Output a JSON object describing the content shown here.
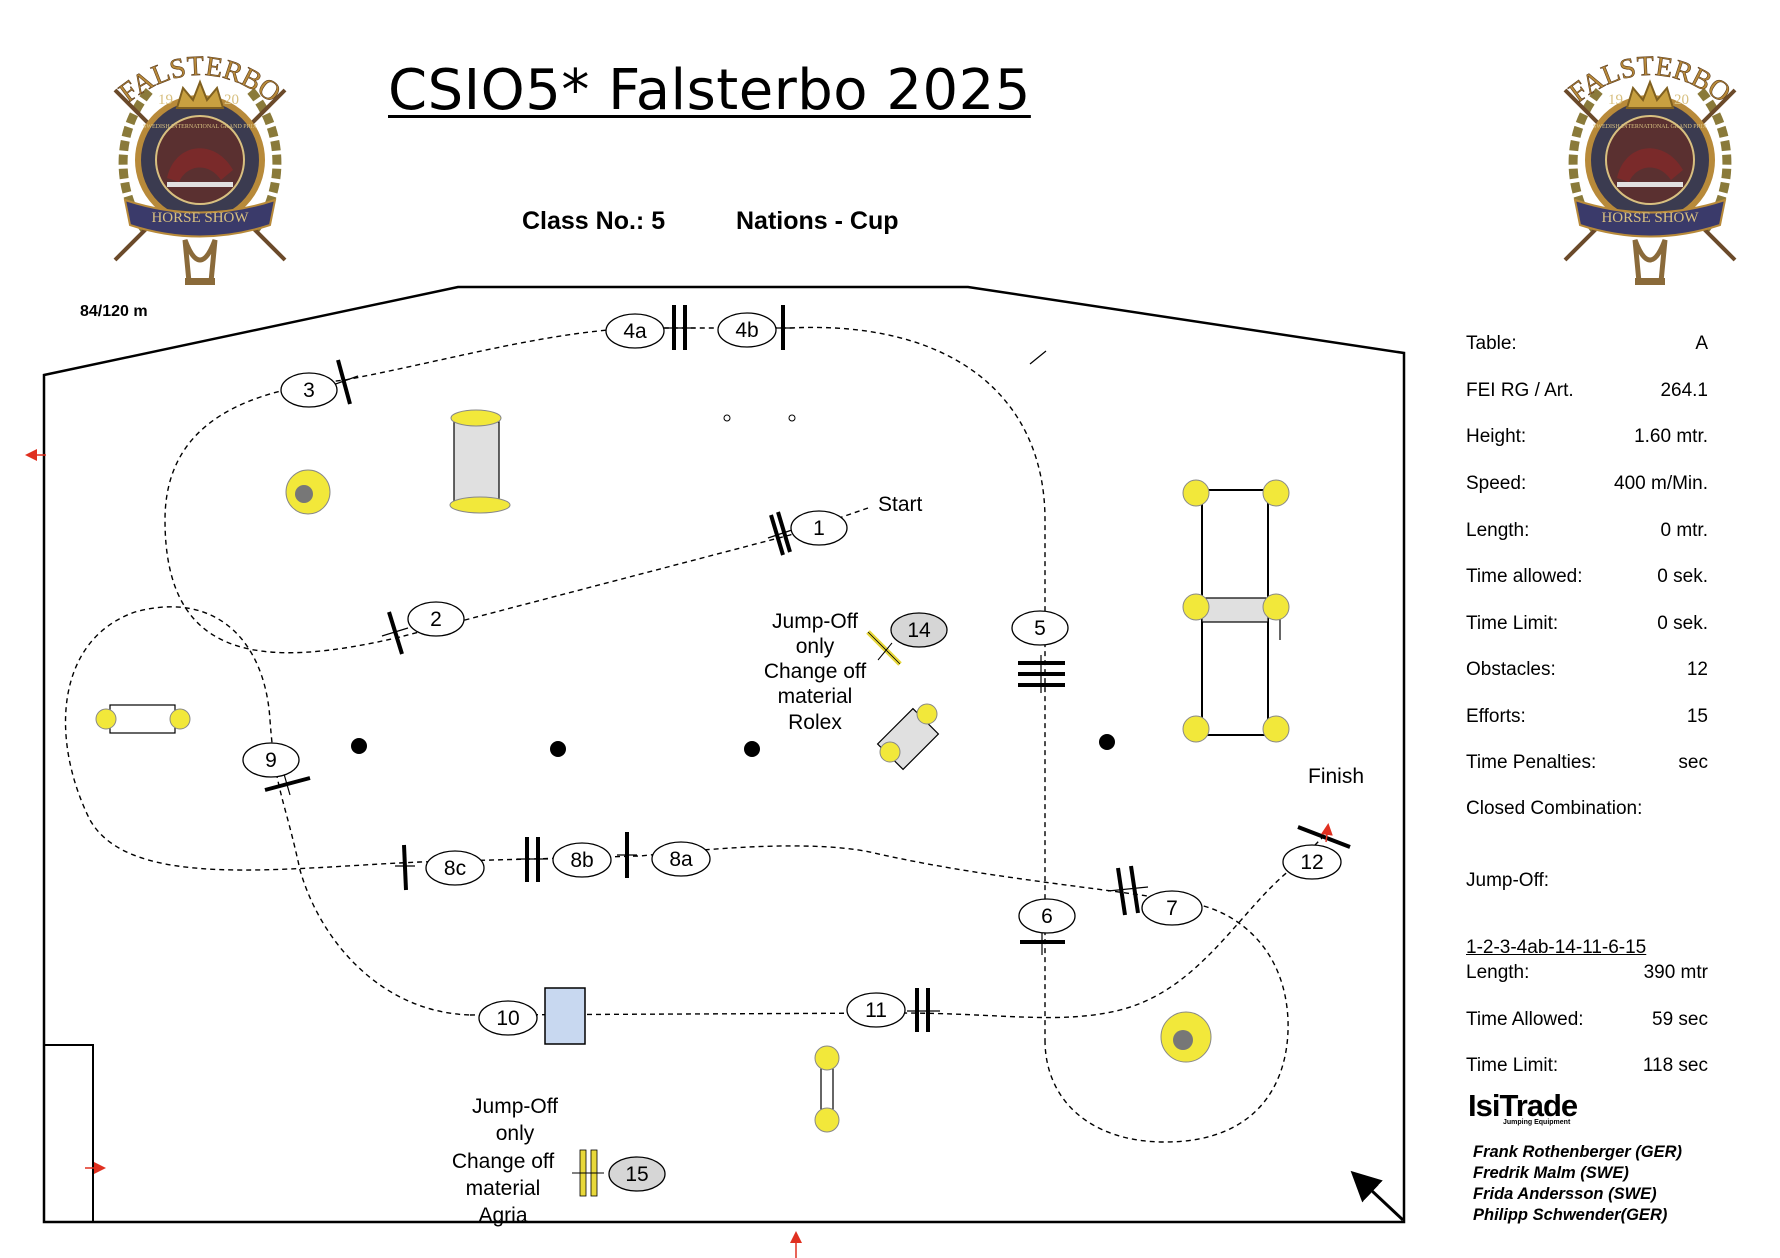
{
  "header": {
    "title": "CSIO5* Falsterbo 2025",
    "class_label": "Class No.: 5",
    "class_name": "Nations - Cup",
    "scale": "84/120 m"
  },
  "logo": {
    "arc_text": "FALSTERBO",
    "year_left": "19",
    "year_right": "20",
    "ring_text": "SWEDISH INTERNATIONAL GRAND PRIX",
    "banner": "HORSE SHOW"
  },
  "info_rows": [
    {
      "label": "Table:",
      "value": "A"
    },
    {
      "label": "FEI RG / Art.",
      "value": "264.1"
    },
    {
      "label": "Height:",
      "value": "1.60  mtr."
    },
    {
      "label": "Speed:",
      "value": "400  m/Min."
    },
    {
      "label": "Length:",
      "value": "0  mtr."
    },
    {
      "label": "Time allowed:",
      "value": "0  sek."
    },
    {
      "label": "Time Limit:",
      "value": "0  sek."
    },
    {
      "label": "Obstacles:",
      "value": "12"
    },
    {
      "label": "Efforts:",
      "value": "15"
    },
    {
      "label": "Time Penalties:",
      "value": "sec"
    }
  ],
  "closed_combination": "Closed Combination:",
  "jumpoff": {
    "label": "Jump-Off:",
    "sequence": "1-2-3-4ab-14-11-6-15",
    "rows": [
      {
        "label": "Length:",
        "value": "390  mtr"
      },
      {
        "label": "Time Allowed:",
        "value": "59  sec"
      },
      {
        "label": "Time Limit:",
        "value": "118  sec"
      }
    ]
  },
  "sponsor": {
    "name": "IsiTrade",
    "tagline": "Jumping Equipment"
  },
  "designers": [
    "Frank Rothenberger (GER)",
    "Fredrik Malm (SWE)",
    "Frida Andersson (SWE)",
    "Philipp Schwender(GER)"
  ],
  "course": {
    "start_label": "Start",
    "finish_label": "Finish",
    "notes": {
      "rolex": [
        "Jump-Off",
        "only",
        "Change off",
        "material",
        "Rolex"
      ],
      "agria": [
        "Jump-Off",
        "only",
        "Change off",
        "material",
        "Agria"
      ]
    },
    "numbers": [
      "1",
      "2",
      "3",
      "4a",
      "4b",
      "5",
      "6",
      "7",
      "8a",
      "8b",
      "8c",
      "9",
      "10",
      "11",
      "12"
    ],
    "jumpoff_numbers": [
      "14",
      "15"
    ]
  },
  "colors": {
    "plant": "#f2e83a",
    "jumpoff_fence": "#e8d83a",
    "jumpoff_badge": "#d6d6d6",
    "water": "#c8d8f0",
    "arrows": "#e03020"
  }
}
